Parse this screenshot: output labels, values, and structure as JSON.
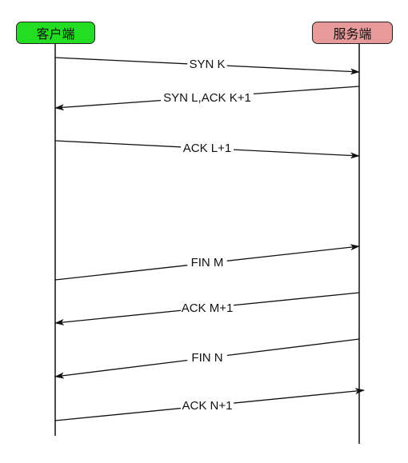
{
  "actors": {
    "client": {
      "label": "客户端",
      "color": "#22dd22"
    },
    "server": {
      "label": "服务端",
      "color": "#e89a9a"
    }
  },
  "messages": [
    {
      "label": "SYN K",
      "from": "client",
      "to": "server"
    },
    {
      "label": "SYN L,ACK K+1",
      "from": "server",
      "to": "client"
    },
    {
      "label": "ACK L+1",
      "from": "client",
      "to": "server"
    },
    {
      "label": "FIN M",
      "from": "client",
      "to": "server"
    },
    {
      "label": "ACK M+1",
      "from": "server",
      "to": "client"
    },
    {
      "label": "FIN N",
      "from": "server",
      "to": "client"
    },
    {
      "label": "ACK N+1",
      "from": "client",
      "to": "server"
    }
  ]
}
